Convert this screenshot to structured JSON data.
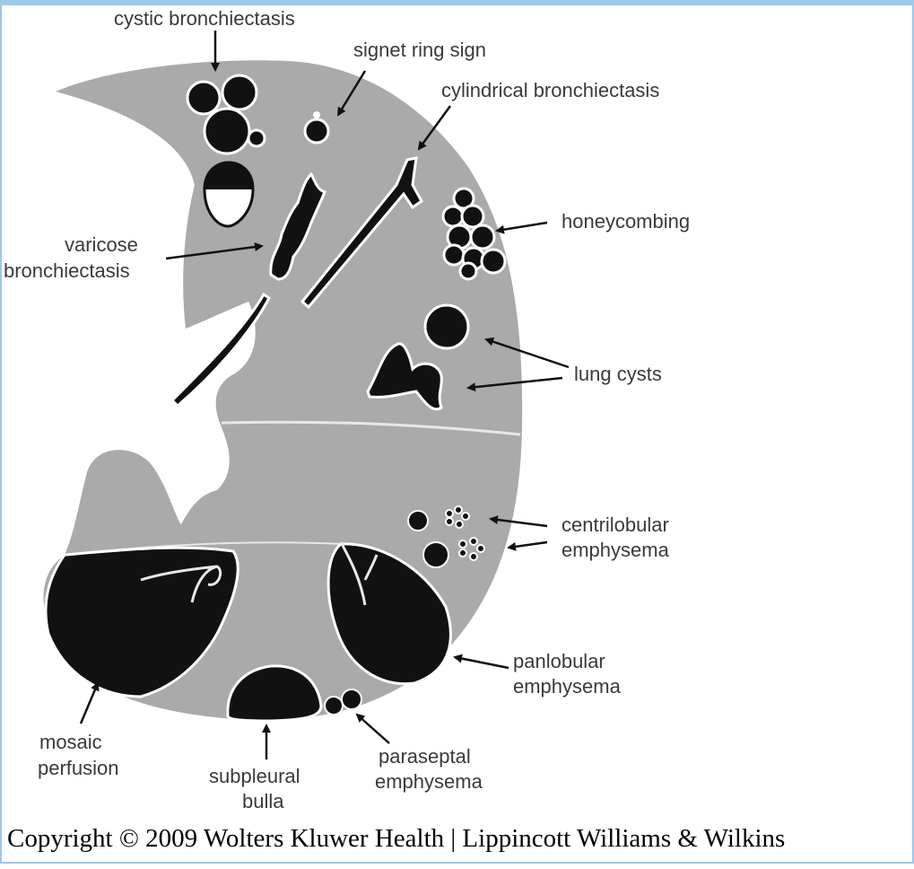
{
  "labels": {
    "cystic_bronchiectasis": "cystic bronchiectasis",
    "signet_ring_sign": "signet ring sign",
    "cylindrical_bronchiectasis": "cylindrical bronchiectasis",
    "honeycombing": "honeycombing",
    "varicose_bronchiectasis_1": "varicose",
    "varicose_bronchiectasis_2": "bronchiectasis",
    "lung_cysts": "lung cysts",
    "centrilobular_emphysema_1": "centrilobular",
    "centrilobular_emphysema_2": "emphysema",
    "panlobular_emphysema_1": "panlobular",
    "panlobular_emphysema_2": "emphysema",
    "mosaic_perfusion_1": "mosaic",
    "mosaic_perfusion_2": "perfusion",
    "subpleural_bulla_1": "subpleural",
    "subpleural_bulla_2": "bulla",
    "paraseptal_emphysema_1": "paraseptal",
    "paraseptal_emphysema_2": "emphysema"
  },
  "copyright": "Copyright © 2009 Wolters Kluwer Health | Lippincott Williams & Wilkins",
  "colors": {
    "lung": "#aaaaaa",
    "lesion": "#111111",
    "frame": "#9cc8ea",
    "label": "#3a3a3a"
  }
}
